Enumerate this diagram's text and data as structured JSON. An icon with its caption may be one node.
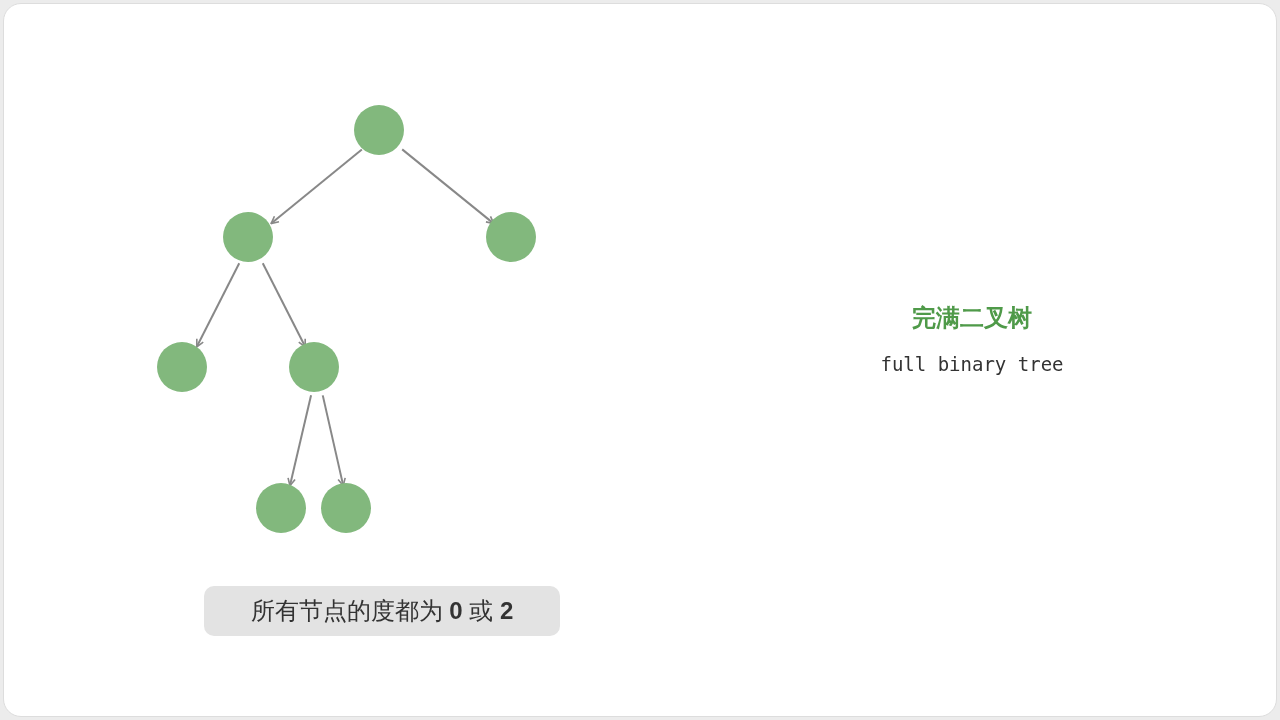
{
  "diagram": {
    "title": "完满二叉树",
    "nodes": [
      {
        "text": [],
        "shape": "circle"
      },
      {
        "text": [],
        "shape": "circle"
      },
      {
        "text": [],
        "shape": "circle"
      },
      {
        "text": [],
        "shape": "circle"
      },
      {
        "text": [],
        "shape": "circle"
      },
      {
        "text": [],
        "shape": "circle"
      },
      {
        "text": [],
        "shape": "circle"
      }
    ],
    "edges": [
      {
        "from": 0,
        "to": 1,
        "arrow": "to"
      },
      {
        "from": 0,
        "to": 2,
        "arrow": "to"
      },
      {
        "from": 1,
        "to": 3,
        "arrow": "to"
      },
      {
        "from": 1,
        "to": 4,
        "arrow": "to"
      },
      {
        "from": 4,
        "to": 5,
        "arrow": "to"
      },
      {
        "from": 4,
        "to": 6,
        "arrow": "to"
      }
    ],
    "labels": [
      "full binary tree",
      "所有节点的度都为 **0** 或 **2**"
    ]
  }
}
